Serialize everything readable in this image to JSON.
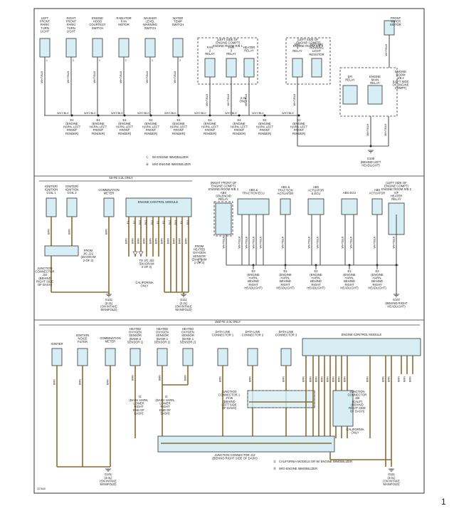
{
  "diagram_id": "227640",
  "page_marker": "1",
  "top": {
    "components": [
      {
        "lines": [
          "LEFT",
          "FRONT",
          "PARK/",
          "TURN",
          "LIGHT"
        ]
      },
      {
        "lines": [
          "RIGHT",
          "FRONT",
          "PARK/",
          "TURN",
          "LIGHT"
        ]
      },
      {
        "lines": [
          "ENGINE",
          "HOOD",
          "COURTESY",
          "SWITCH"
        ]
      },
      {
        "lines": [
          "RADIATOR",
          "FAN",
          "MOTOR"
        ]
      },
      {
        "lines": [
          "WASHER",
          "LEVEL",
          "WARNING",
          "SWITCH"
        ]
      },
      {
        "lines": [
          "WATER",
          "TEMP",
          "SWITCH"
        ]
      }
    ],
    "relay_box_1": {
      "lines": [
        "[LEFT SIDE OF",
        "ENGINE COMPT]",
        "ENGINE ROOM R/B 1"
      ]
    },
    "relays_1": [
      {
        "lines": [
          "FAN",
          "2",
          "RELAY"
        ]
      },
      {
        "lines": [
          "FAN",
          "3",
          "RELAY"
        ]
      },
      {
        "lines": [
          "HEATER",
          "RELAY"
        ]
      }
    ],
    "relay_box_2": {
      "lines": [
        "[LEFT SIDE OF",
        "ENGINE COMPT]",
        "ENGINE ROOM R/B 2"
      ]
    },
    "relays_2": [
      {
        "lines": [
          "DRL",
          "4",
          "RELAY"
        ]
      },
      {
        "lines": [
          "DAYTIME",
          "RUNNING",
          "LIGHT",
          "RESISTOR"
        ]
      }
    ],
    "front_wiper": {
      "lines": [
        "FRONT",
        "WIPER",
        "MOTOR"
      ]
    },
    "jb3": {
      "lines": [
        "ENGINE",
        "ROOM",
        "J/B 2",
        "(LEFT SIDE",
        "OF ENGINE",
        "COMPT)"
      ]
    },
    "jb3_relays": [
      {
        "lines": [
          "EFI",
          "RELAY"
        ]
      },
      {
        "lines": [
          "ENGINE",
          "MAIN",
          "RELAY"
        ]
      }
    ],
    "only_2zl": [
      "2.2L",
      "ONLY"
    ],
    "wire_color": "WHT/BLK",
    "e4_label": "E4",
    "e4_caption": [
      "(ENGINE",
      "HARN, LEFT",
      "FRONT",
      "FENDER)"
    ],
    "e1_label": "E1",
    "e1_caption": [
      "(ENGINE",
      "HARN, LEFT",
      "FRONT",
      "FENDER)"
    ],
    "g108_label": "G108",
    "g108_caption": [
      "(BEHIND LEFT",
      "HEADLIGHT)"
    ],
    "legend": [
      {
        "mark": "Ⓛ",
        "text": "W/ ENGINE IMMOBILIZER"
      },
      {
        "mark": "Ⓜ",
        "text": "W/O ENGINE IMMOBILIZER"
      }
    ]
  },
  "mid": {
    "section_title": "5S-FE 2.2L ONLY",
    "ignition_1": {
      "lines": [
        "IGNITER/",
        "IGNITION",
        "COIL 1"
      ]
    },
    "ignition_2": {
      "lines": [
        "IGNITER/",
        "IGNITION",
        "COIL 2"
      ]
    },
    "combo_meter": {
      "lines": [
        "COMBINATION",
        "METER"
      ]
    },
    "ecm": "ENGINE CONTROL MODULE",
    "abs_sol": {
      "lines": [
        "(RIGHT FRONT OF",
        "ENGINE COMPT)",
        "ENGINE ROOM R/B 3",
        "ABS",
        "SOLENOID",
        "RELAY"
      ]
    },
    "abs_traction": {
      "lines": [
        "ABS &",
        "TRACTION ECU"
      ]
    },
    "abs_traction_act": {
      "lines": [
        "ABS &",
        "TRACTION",
        "ACTUATOR"
      ]
    },
    "abs_act_ecu": {
      "lines": [
        "ABS",
        "ACTUATOR",
        "& ECU"
      ]
    },
    "abs_ecu": {
      "lines": [
        "ABS ECU"
      ]
    },
    "abs_actuator": {
      "lines": [
        "ABS",
        "ACTUATOR"
      ]
    },
    "air_heater": {
      "lines": [
        "(LEFT SIDE OF",
        "ENGINE COMPT)",
        "ENGINE ROOM R/B 2",
        "A/F",
        "HEATER",
        "RELAY"
      ]
    },
    "wire_brn": "BRN",
    "wire_whtblk": "WHT/BLK",
    "jc_label": [
      "JUNCTION",
      "CONNECTOR",
      "J10",
      "(BEHIND",
      "RIGHT SIDE",
      "OF DASH)"
    ],
    "from_jc": [
      "FROM",
      "J/C J22",
      "(DIAGRAM",
      "2 OF 3)"
    ],
    "to_jc": [
      "TO J/C J22",
      "(DIAGRAM",
      "2 OF 3)"
    ],
    "from_o2": [
      "FROM",
      "HEATED",
      "OXYGEN",
      "SENSOR",
      "(DIAGRAM",
      "2 OF 3)"
    ],
    "california": [
      "CALIFORNIA",
      "ONLY"
    ],
    "g101": {
      "label": "G101",
      "caption": [
        "(2.2L)",
        "(ON INTAKE",
        "MANIFOLD)"
      ]
    },
    "g111": {
      "label": "G111",
      "caption": [
        "(2.2L)",
        "(ON INTAKE",
        "MANIFOLD)"
      ]
    },
    "e2": {
      "label": "E2",
      "caption": [
        "(ENGINE",
        "HARN,",
        "BEHIND",
        "RIGHT",
        "HEADLIGHT)"
      ]
    },
    "e3": {
      "label": "E3",
      "caption": [
        "(ENGINE",
        "HARN,",
        "BEHIND",
        "RIGHT",
        "HEADLIGHT)"
      ]
    },
    "e5": {
      "label": "E2",
      "caption": [
        "(ENGINE",
        "HARN,",
        "BEHIND",
        "RIGHT",
        "HEADLIGHT)"
      ]
    },
    "e6": {
      "label": "E1",
      "caption": [
        "(ENGINE",
        "HARN,",
        "BEHIND",
        "RIGHT",
        "HEADLIGHT)"
      ]
    },
    "g107": {
      "label": "G107",
      "caption": [
        "(BEHIND RIGHT",
        "HEADLIGHT)"
      ]
    },
    "ecm_pins": [
      "E1",
      "E2",
      "E03",
      "E01",
      "E02",
      "E1",
      "E2",
      "E02",
      "E03",
      "E1",
      "E01"
    ]
  },
  "bottom": {
    "section_title": "1MZ-FE 3.0L ONLY",
    "igniter": "IGNITER",
    "noise_filter": {
      "lines": [
        "IGNITION",
        "NOISE",
        "FILTER"
      ]
    },
    "combo_meter": {
      "lines": [
        "COMBINATION",
        "METER"
      ]
    },
    "o2_1": {
      "lines": [
        "HEATED",
        "OXYGEN",
        "SENSOR",
        "(BANK 2",
        "SENSOR 1)"
      ]
    },
    "o2_2": {
      "lines": [
        "HEATED",
        "OXYGEN",
        "SENSOR",
        "(BANK 1",
        "SENSOR 1)"
      ]
    },
    "o2_3": {
      "lines": [
        "HEATED",
        "OXYGEN",
        "SENSOR",
        "(BANK 1",
        "SENSOR 2)"
      ]
    },
    "dlc1": {
      "lines": [
        "DATA LINK",
        "CONNECTOR 1"
      ]
    },
    "dlc2": {
      "lines": [
        "DATA LINK",
        "CONNECTOR 2"
      ]
    },
    "dlc3": {
      "lines": [
        "DATA LINK",
        "CONNECTOR 3"
      ]
    },
    "ecm": "ENGINE CONTROL MODULE",
    "i2": {
      "label": "I2",
      "caption": [
        "(DASH HARN,",
        "LOWER",
        "RIGHT",
        "END OF",
        "DASH)"
      ]
    },
    "i3": {
      "label": "I2",
      "caption": [
        "(DASH HARN,",
        "LOWER",
        "RIGHT",
        "END OF",
        "DASH)"
      ]
    },
    "jc_a": {
      "lines": [
        "JUNCTION",
        "CONNECTOR 1",
        "J7/J8",
        "(BEHIND",
        "LEFT SIDE",
        "OF DASH)"
      ]
    },
    "jc_b": {
      "lines": [
        "JUNCTION",
        "CONNECTOR",
        "J26",
        "(CALIF)",
        "(BEHIND",
        "RIGHT SIDE",
        "OF DASH)"
      ]
    },
    "jc_bottom": "JUNCTION CONNECTOR J12",
    "jc_bottom_sub": "(BEHIND RIGHT SIDE OF DASH)",
    "california": [
      "CALIFORNIA",
      "ONLY"
    ],
    "legend": [
      {
        "mark": "Ⓢ",
        "text": "CALIFORNIA MODELS OR W/ ENGINE IMMOBILIZER"
      },
      {
        "mark": "Ⓡ",
        "text": "W/O ENGINE IMMOBILIZER"
      }
    ],
    "g101": {
      "label": "G101",
      "caption": [
        "(3.0L)",
        "(ON INTAKE",
        "MANIFOLD)"
      ]
    },
    "g111": {
      "label": "G111",
      "caption": [
        "(3.0L)",
        "(ON INTAKE",
        "MANIFOLD)"
      ]
    },
    "wire_brn": "BRN"
  }
}
